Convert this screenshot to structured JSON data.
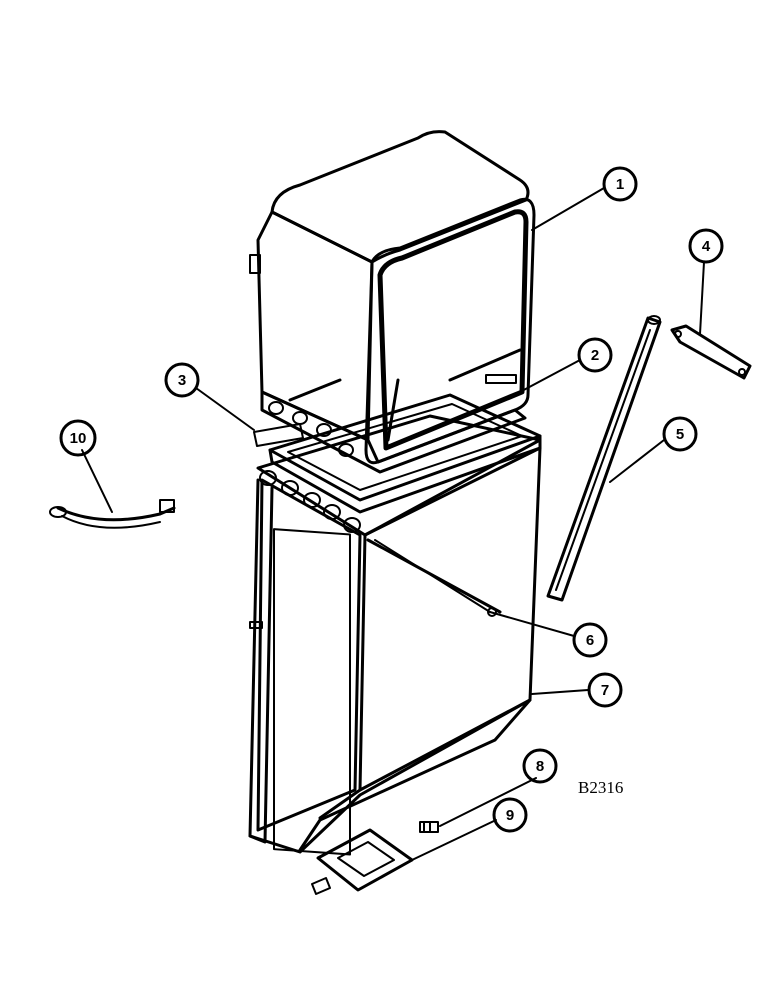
{
  "figure_id": "B2316",
  "callouts": [
    {
      "label": "1"
    },
    {
      "label": "2"
    },
    {
      "label": "3"
    },
    {
      "label": "4"
    },
    {
      "label": "5"
    },
    {
      "label": "6"
    },
    {
      "label": "7"
    },
    {
      "label": "8"
    },
    {
      "label": "9"
    },
    {
      "label": "10"
    }
  ],
  "colors": {
    "ink": "#000000",
    "paper": "#ffffff",
    "mesh": "#333333"
  }
}
